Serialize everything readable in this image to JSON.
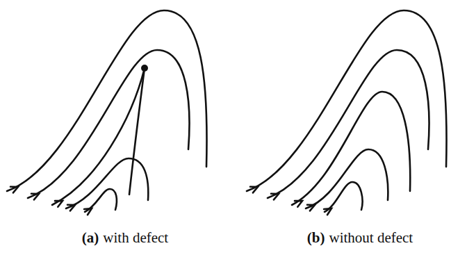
{
  "diagram": {
    "labels": [
      "(a)",
      "with defect",
      "(b)",
      "without defect"
    ]
  }
}
